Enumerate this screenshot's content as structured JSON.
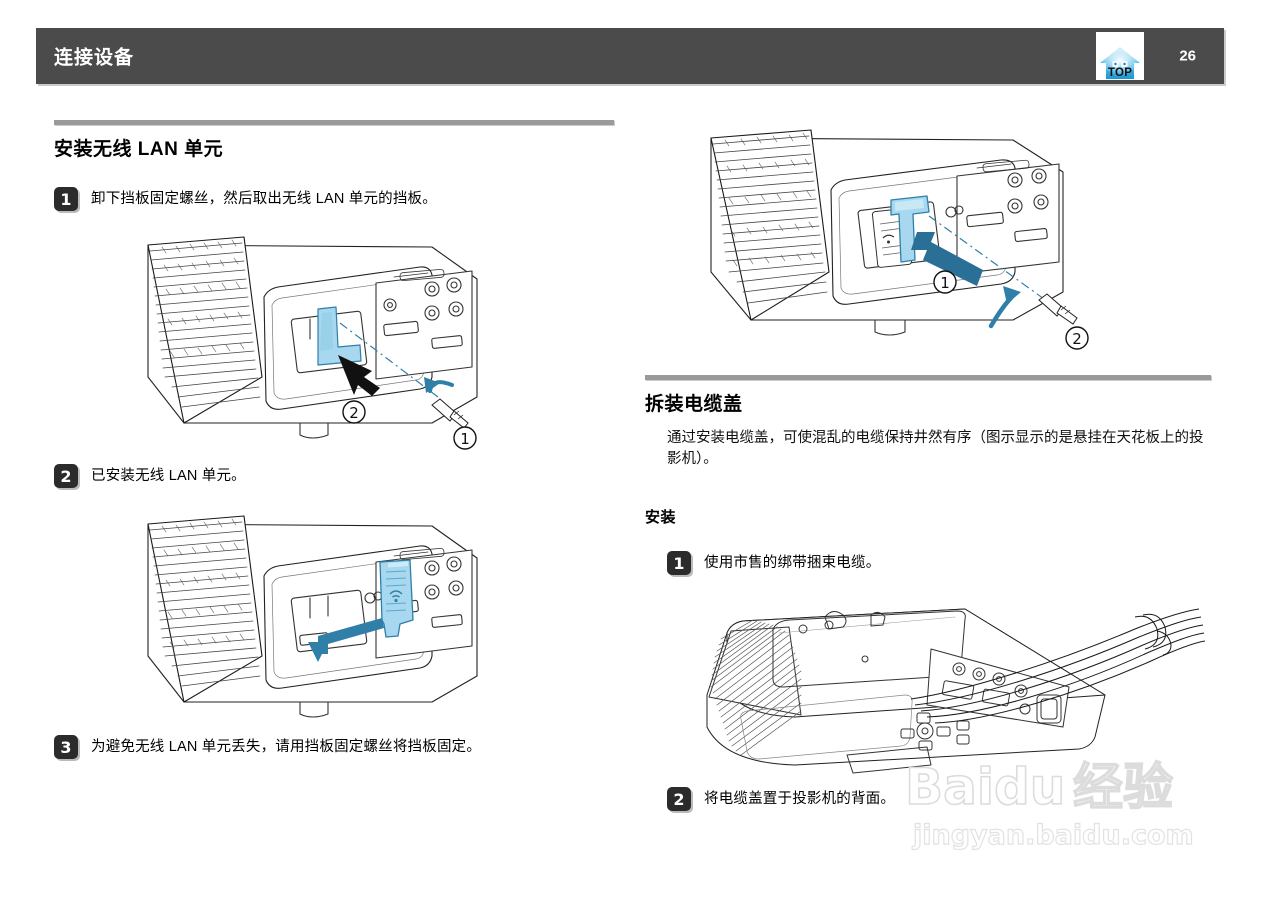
{
  "header": {
    "title": "连接设备",
    "page_number": "26",
    "top_button_label": "TOP",
    "top_button_icon": "home-house-icon",
    "bar_color": "#4b4b4b",
    "text_color": "#ffffff"
  },
  "left_column": {
    "section": {
      "heading": "安装无线 LAN 单元",
      "steps": [
        {
          "number": "1",
          "text": "卸下挡板固定螺丝，然后取出无线 LAN 单元的挡板。",
          "figure": {
            "name": "projector-remove-cover-plate",
            "callouts": [
              "①",
              "②"
            ],
            "accent_color": "#6fb7d6"
          }
        },
        {
          "number": "2",
          "text": "已安装无线 LAN 单元。",
          "figure": {
            "name": "projector-insert-wireless-lan-unit",
            "callouts": [],
            "accent_color": "#6fb7d6"
          }
        },
        {
          "number": "3",
          "text": "为避免无线 LAN 单元丢失，请用挡板固定螺丝将挡板固定。",
          "figure": null
        }
      ]
    }
  },
  "right_column": {
    "top_figure": {
      "name": "projector-refit-cover-plate-with-screw",
      "callouts": [
        "①",
        "②"
      ],
      "accent_color": "#2f7fa8"
    },
    "section": {
      "heading": "拆装电缆盖",
      "description": "通过安装电缆盖，可使混乱的电缆保持井然有序（图示显示的是悬挂在天花板上的投影机）。",
      "sub_heading": "安装",
      "steps": [
        {
          "number": "1",
          "text": "使用市售的绑带捆束电缆。",
          "figure": {
            "name": "ceiling-mounted-projector-with-bundled-cables",
            "callouts": []
          }
        },
        {
          "number": "2",
          "text": "将电缆盖置于投影机的背面。",
          "figure": null
        }
      ]
    }
  },
  "watermark": {
    "primary": "Baidu 经验",
    "primary_latin": "Baidu",
    "primary_cjk": "经验",
    "secondary": "jingyan.baidu.com",
    "color": "#dcdcdc"
  }
}
